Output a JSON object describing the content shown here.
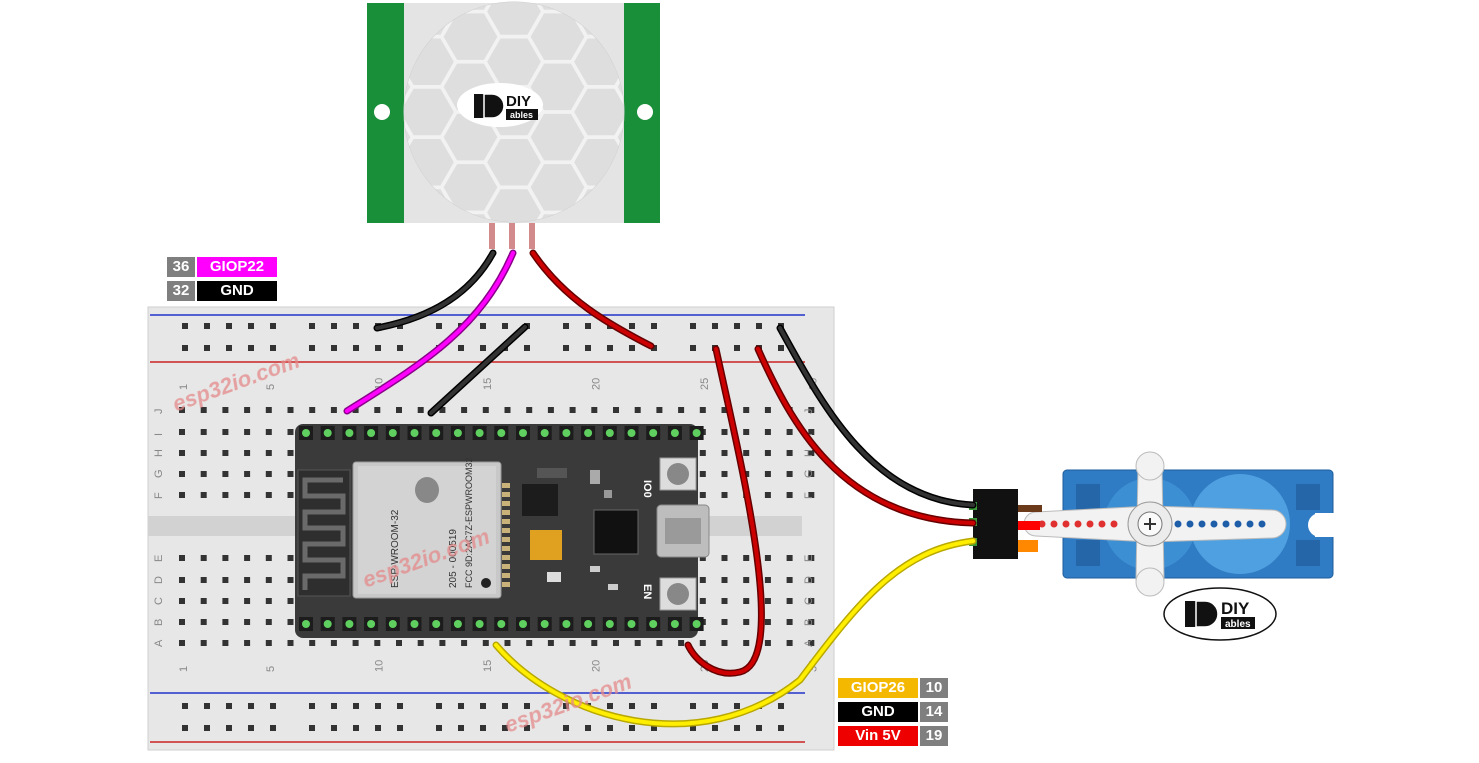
{
  "labels": {
    "top": [
      {
        "num": "36",
        "name": "GIOP22"
      },
      {
        "num": "32",
        "name": "GND"
      }
    ],
    "bottom": [
      {
        "name": "GIOP26",
        "num": "10"
      },
      {
        "name": "GND",
        "num": "14"
      },
      {
        "name": "Vin 5V",
        "num": "19"
      }
    ]
  },
  "breadboard": {
    "col_numbers": [
      "1",
      "5",
      "10",
      "15",
      "20",
      "25",
      "30"
    ],
    "row_letters_top": [
      "J",
      "I",
      "H",
      "G",
      "F"
    ],
    "row_letters_bottom": [
      "E",
      "D",
      "C",
      "B",
      "A"
    ]
  },
  "watermark": "esp32io.com",
  "logo": {
    "brand_top": "DIY",
    "brand_bottom": "ables"
  },
  "esp32": {
    "module_text": [
      "ESP-WROOM-32",
      "205 - 000519",
      "FCC 9D:2AC7Z-ESPWROOM32"
    ],
    "btn_io0": "IO0",
    "btn_en": "EN"
  },
  "colors": {
    "magenta": "#ff00ff",
    "black_wire": "#111111",
    "red_wire": "#cc0000",
    "yellow_wire": "#ffee00",
    "breadboard": "#e6e6e6",
    "pir_pcb": "#1a8f3a",
    "servo_body": "#2f7bc4",
    "esp_board": "#3a3a3a"
  }
}
